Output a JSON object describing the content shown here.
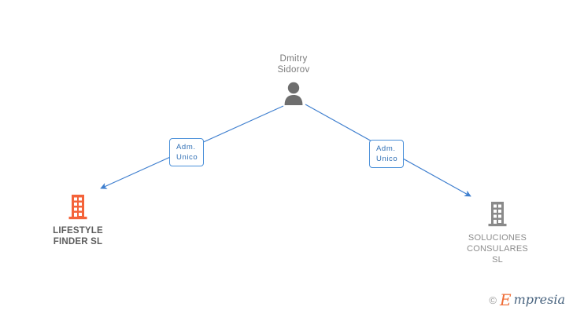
{
  "diagram": {
    "type": "corporate-relationship-graph",
    "background_color": "#ffffff",
    "edge_color": "#3f7fcf",
    "person": {
      "name": "Dmitry\nSidorov",
      "icon": "person-silhouette-icon",
      "icon_color": "#6e6e6e"
    },
    "edges": [
      {
        "label": "Adm.\nUnico",
        "from": "person",
        "to": "lifestyle-finder-sl",
        "direction": "down-left",
        "border_color": "#4a90d9",
        "text_color": "#2f6fb5"
      },
      {
        "label": "Adm.\nUnico",
        "from": "person",
        "to": "soluciones-consulares-sl",
        "direction": "down-right",
        "border_color": "#4a90d9",
        "text_color": "#2f6fb5"
      }
    ],
    "companies": [
      {
        "id": "lifestyle-finder-sl",
        "name": "LIFESTYLE\nFINDER SL",
        "icon": "building-icon",
        "icon_color": "#f4633a",
        "text_color": "#5c5c5c",
        "emphasis": "primary"
      },
      {
        "id": "soluciones-consulares-sl",
        "name": "SOLUCIONES\nCONSULARES\nSL",
        "icon": "building-icon",
        "icon_color": "#8a8a8a",
        "text_color": "#8c8c8c",
        "emphasis": "secondary"
      }
    ]
  },
  "watermark": {
    "copyright": "©",
    "brand_initial": "E",
    "brand_rest": "mpresia",
    "initial_color": "#ef6c35",
    "rest_color": "#4a6580"
  }
}
